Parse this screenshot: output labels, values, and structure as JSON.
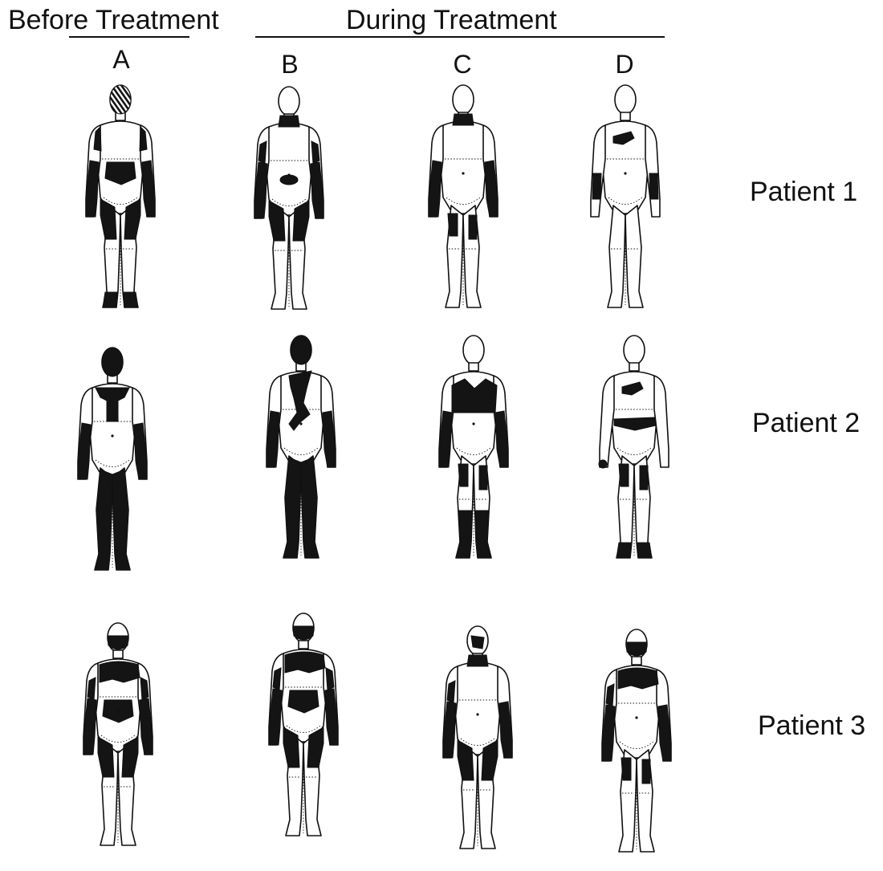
{
  "header": {
    "before": "Before Treatment",
    "during": "During Treatment"
  },
  "columns": [
    "A",
    "B",
    "C",
    "D"
  ],
  "patients": [
    "Patient 1",
    "Patient 2",
    "Patient 3"
  ],
  "colors": {
    "ink": "#111111",
    "lesion": "#141414",
    "paper": "#ffffff"
  },
  "panels": [
    {
      "patient": 1,
      "column": "A",
      "regions": [
        "head-hatched",
        "shoulder-left",
        "shoulder-right",
        "forearm-left",
        "forearm-right",
        "abdomen",
        "thigh-left",
        "thigh-right",
        "foot-left",
        "foot-right"
      ]
    },
    {
      "patient": 1,
      "column": "B",
      "regions": [
        "neck",
        "arm-left",
        "arm-right",
        "forearm-left",
        "forearm-right",
        "navel",
        "thigh-left",
        "thigh-right"
      ]
    },
    {
      "patient": 1,
      "column": "C",
      "regions": [
        "neck",
        "forearm-left",
        "forearm-right",
        "thigh-left-small",
        "thigh-right-small"
      ]
    },
    {
      "patient": 1,
      "column": "D",
      "regions": [
        "chest-patch",
        "forearm-left-small",
        "forearm-right-small"
      ]
    },
    {
      "patient": 2,
      "column": "A",
      "regions": [
        "head",
        "upper-chest",
        "forearm-left",
        "forearm-right",
        "leg-left",
        "leg-right"
      ]
    },
    {
      "patient": 2,
      "column": "B",
      "regions": [
        "head",
        "trunk-streak",
        "forearm-left",
        "forearm-right",
        "leg-left",
        "leg-right"
      ]
    },
    {
      "patient": 2,
      "column": "C",
      "regions": [
        "chest-band",
        "forearm-left",
        "forearm-right",
        "thigh-left-small",
        "thigh-right-small",
        "shin-left",
        "shin-right"
      ]
    },
    {
      "patient": 2,
      "column": "D",
      "regions": [
        "chest-patch",
        "waist-band",
        "hand-left",
        "thigh-left-small",
        "thigh-right-small",
        "foot-left",
        "foot-right"
      ]
    },
    {
      "patient": 3,
      "column": "A",
      "regions": [
        "face",
        "shoulders",
        "arm-left",
        "arm-right",
        "forearm-left",
        "forearm-right",
        "abdomen",
        "thigh-left",
        "thigh-right"
      ]
    },
    {
      "patient": 3,
      "column": "B",
      "regions": [
        "face",
        "shoulders",
        "arm-left",
        "arm-right",
        "forearm-left",
        "forearm-right",
        "abdomen",
        "thigh-left",
        "thigh-right"
      ]
    },
    {
      "patient": 3,
      "column": "C",
      "regions": [
        "face-small",
        "neck",
        "arm-left",
        "forearm-left",
        "forearm-right",
        "thigh-left",
        "thigh-right"
      ]
    },
    {
      "patient": 3,
      "column": "D",
      "regions": [
        "face",
        "shoulders",
        "arm-left",
        "forearm-left",
        "forearm-right",
        "thigh-left-small",
        "thigh-right-small"
      ]
    }
  ]
}
